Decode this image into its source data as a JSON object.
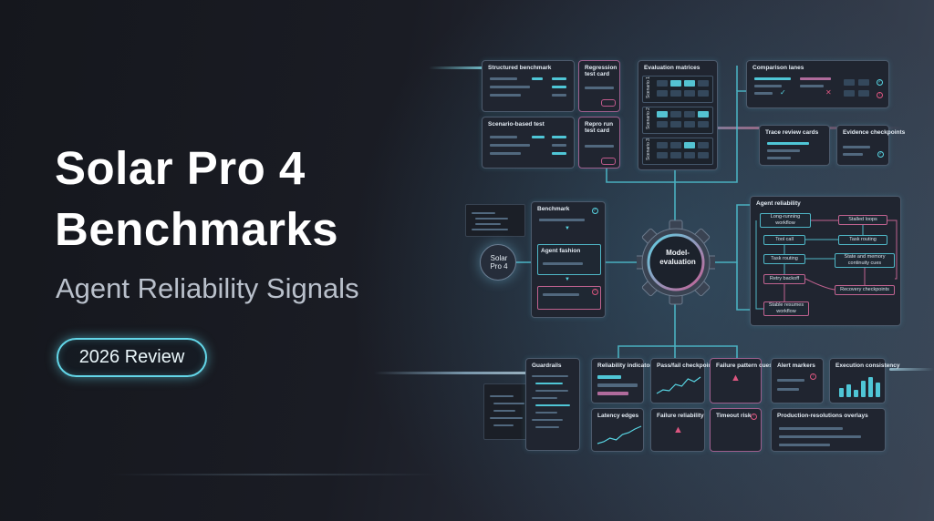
{
  "headline": {
    "line1": "Solar Pro 4",
    "line2": "Benchmarks",
    "subtitle": "Agent Reliability Signals",
    "review_button": "2026 Review"
  },
  "diagram": {
    "center_node": "Model-\nevaluation",
    "source_node": "Solar\nPro 4",
    "panels": {
      "structured": "Structured benchmark",
      "regression": "Regression\ntest card",
      "evaluation": "Evaluation matrices",
      "comparison": "Comparison lanes",
      "scenario": "Scenario-based test",
      "repro": "Repro run\ntest card",
      "trace": "Trace review cards",
      "evidence": "Evidence checkpoints",
      "benchmark": "Benchmark",
      "agent_fashion": "Agent fashion",
      "agent_reliability": "Agent reliability",
      "guardrails": "Guardrails",
      "reliability_indicators": "Reliability indicators",
      "pass_fail": "Pass/fail checkpoints",
      "failure_pattern": "Failure pattern cues",
      "alert_markers": "Alert markers",
      "execution": "Execution consistency",
      "latency": "Latency edges",
      "failure_reliability": "Failure reliability",
      "timeout": "Timeout risk",
      "production": "Production-resolutions overlays"
    },
    "matrix_rows": [
      "Scenario 1",
      "Scenario 2",
      "Scenario 3"
    ],
    "flow_nodes": {
      "long_running": "Long-running\nworkflow",
      "stalled_loops": "Stalled loops",
      "tool_call": "Tool call",
      "task_routing_a": "Task routing",
      "task_routing_b": "Task routing",
      "state_memory": "State and memory\ncontinuity cues",
      "retry_backoff": "Retry backoff",
      "recovery": "Recovery checkpoints",
      "stable_resumes": "Stable resumes\nworkflow"
    }
  },
  "colors": {
    "accent_cyan": "#63d6e8",
    "accent_pink": "#c15a8c",
    "background": "#16181f"
  }
}
